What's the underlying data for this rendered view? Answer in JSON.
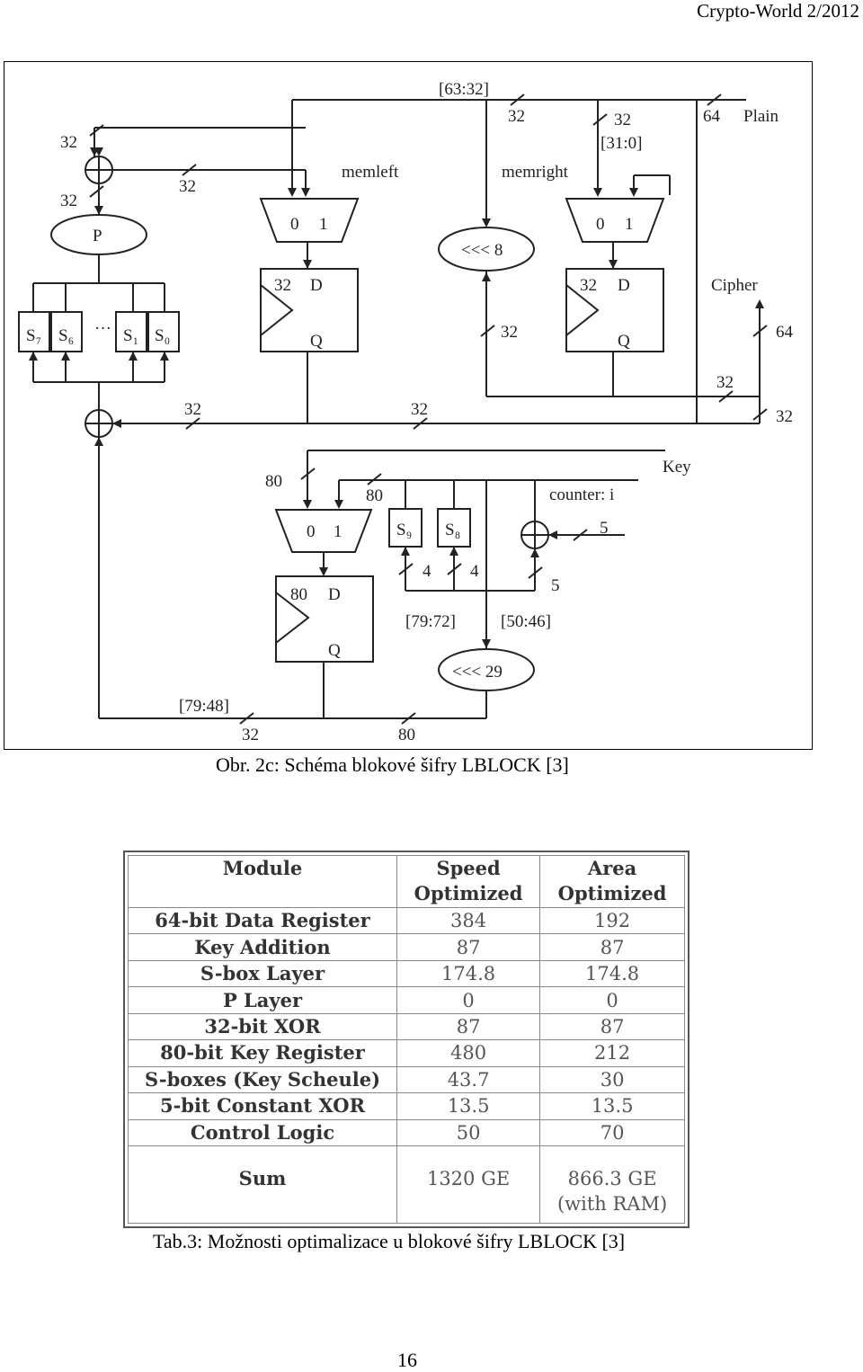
{
  "header": {
    "right": "Crypto-World 2/2012"
  },
  "figure": {
    "caption": "Obr. 2c: Schéma blokové šifry LBLOCK [3]",
    "labels": {
      "bus_63_32": "[63:32]",
      "bus_31_0": "[31:0]",
      "plain": "Plain",
      "cipher": "Cipher",
      "key": "Key",
      "memleft": "memleft",
      "memright": "memright",
      "p_box": "P",
      "rot8": "<<< 8",
      "rot29": "<<< 29",
      "counter": "counter: i",
      "bus_79_72": "[79:72]",
      "bus_50_46": "[50:46]",
      "bus_79_48": "[79:48]",
      "mux_0": "0",
      "mux_1": "1",
      "d": "D",
      "q": "Q",
      "w32": "32",
      "w64": "64",
      "w80": "80",
      "w4": "4",
      "w5": "5",
      "sbox_dots": "···",
      "s7": "S₇",
      "s6": "S₆",
      "s1": "S₁",
      "s0": "S₀",
      "s9": "S₉",
      "s8": "S₈"
    }
  },
  "table": {
    "caption": "Tab.3: Možnosti optimalizace u blokové šifry LBLOCK [3]",
    "headers": {
      "module": "Module",
      "speed_1": "Speed",
      "speed_2": "Optimized",
      "area_1": "Area",
      "area_2": "Optimized"
    },
    "rows": [
      {
        "module": "64-bit Data Register",
        "speed": "384",
        "area": "192"
      },
      {
        "module": "Key Addition",
        "speed": "87",
        "area": "87"
      },
      {
        "module": "S-box Layer",
        "speed": "174.8",
        "area": "174.8"
      },
      {
        "module": "P Layer",
        "speed": "0",
        "area": "0"
      },
      {
        "module": "32-bit XOR",
        "speed": "87",
        "area": "87"
      },
      {
        "module": "80-bit Key Register",
        "speed": "480",
        "area": "212"
      },
      {
        "module": "S-boxes (Key Scheule)",
        "speed": "43.7",
        "area": "30"
      },
      {
        "module": "5-bit Constant XOR",
        "speed": "13.5",
        "area": "13.5"
      },
      {
        "module": "Control Logic",
        "speed": "50",
        "area": "70"
      }
    ],
    "sum": {
      "module": "Sum",
      "speed": "1320 GE",
      "area_1": "866.3 GE",
      "area_2": "(with RAM)"
    }
  },
  "page_number": "16"
}
